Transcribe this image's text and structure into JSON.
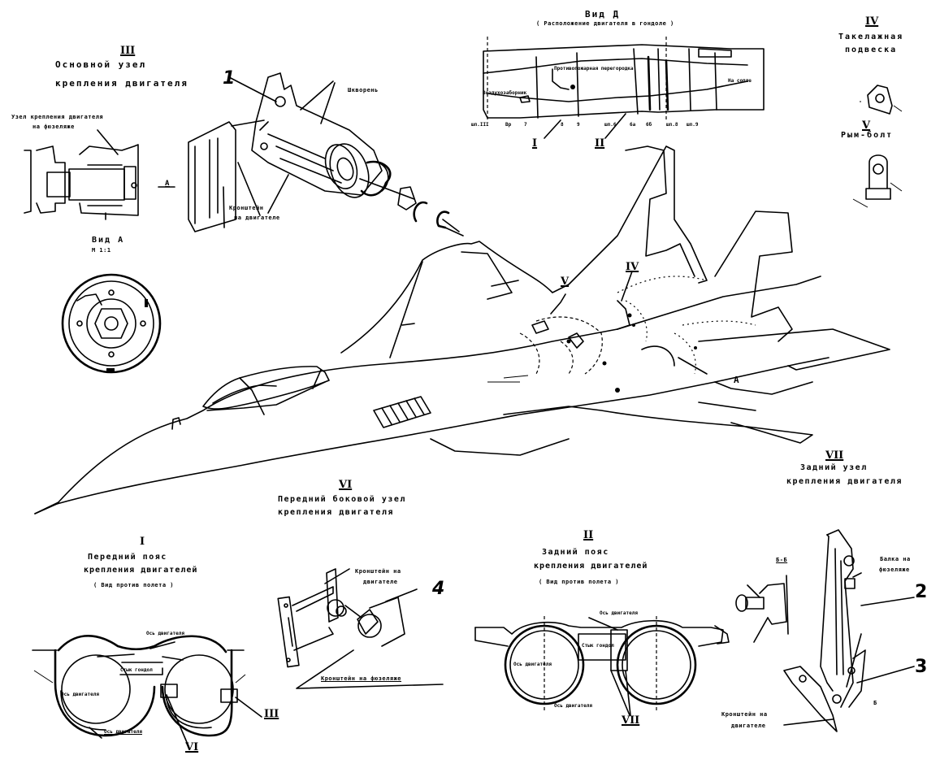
{
  "drawing": {
    "type": "engine mounting scheme",
    "color_line": "#000000",
    "color_background": "#ffffff"
  },
  "views": {
    "main_mount": {
      "roman": "III",
      "title_line1": "Основной узел",
      "title_line2": "крепления двигателя",
      "callout_1": "1",
      "label_fuselage_node_line1": "Узел крепления двигателя",
      "label_fuselage_node_line2": "на фюзеляже",
      "label_bushings": "Шкворень",
      "label_engine_bracket_line1": "Кронштейн",
      "label_engine_bracket_line2": "на двигателе",
      "section_arrow": "A",
      "view_a_title": "Вид A",
      "view_a_scale": "М 1:1"
    },
    "view_d": {
      "title": "Вид Д",
      "subtitle": "( Расположение двигателя в гондоле )",
      "label_fire_wall": "Противопожарная перегородка",
      "label_inlet": "Воздухозаборник",
      "label_nozzle": "На сопле",
      "frame_labels": [
        "шп.III",
        "Вр",
        "7",
        "8",
        "9",
        "шп.6",
        "6а",
        "6б",
        "шп.8",
        "шп.9"
      ],
      "pointer_I": "I",
      "pointer_II": "II"
    },
    "rigging": {
      "roman": "IV",
      "title_line1": "Такелажная",
      "title_line2": "подвеска"
    },
    "eye_bolt": {
      "roman": "V",
      "title": "Рым-болт"
    },
    "aircraft": {
      "marker_V": "V",
      "marker_IV": "IV",
      "marker_A": "A"
    },
    "front_side_mount": {
      "roman": "VI",
      "title_line1": "Передний боковой узел",
      "title_line2": "крепления двигателя",
      "label_engine_bracket_line1": "Кронштейн на",
      "label_engine_bracket_line2": "двигателе",
      "label_fuselage_bracket": "Кронштейн на фюзеляже",
      "callout_4": "4"
    },
    "rear_mount": {
      "roman": "VII",
      "title_line1": "Задний узел",
      "title_line2": "крепления двигателя",
      "label_section": "Б-Б",
      "label_beam_line1": "Балка на",
      "label_beam_line2": "фюзеляже",
      "label_engine_bracket_line1": "Кронштейн на",
      "label_engine_bracket_line2": "двигателе",
      "callout_2": "2",
      "callout_3": "3",
      "label_b": "Б"
    },
    "front_belt": {
      "roman": "I",
      "title_line1": "Передний пояс",
      "title_line2": "крепления двигателей",
      "title_line3": "( Вид против полета )",
      "label_top": "Ось двигателя",
      "label_gap": "Стык гондол",
      "label_left_axis": "Ось двигателя",
      "label_bottom": "Ось двигателя",
      "pointer_III": "III",
      "pointer_VI": "VI"
    },
    "rear_belt": {
      "roman": "II",
      "title_line1": "Задний пояс",
      "title_line2": "крепления двигателей",
      "title_line3": "( Вид против полета )",
      "label_top": "Ось двигателя",
      "label_gap": "Стык гондол",
      "label_left_axis": "Ось двигателя",
      "label_bottom": "Ось двигателя",
      "pointer_VII": "VII"
    }
  }
}
